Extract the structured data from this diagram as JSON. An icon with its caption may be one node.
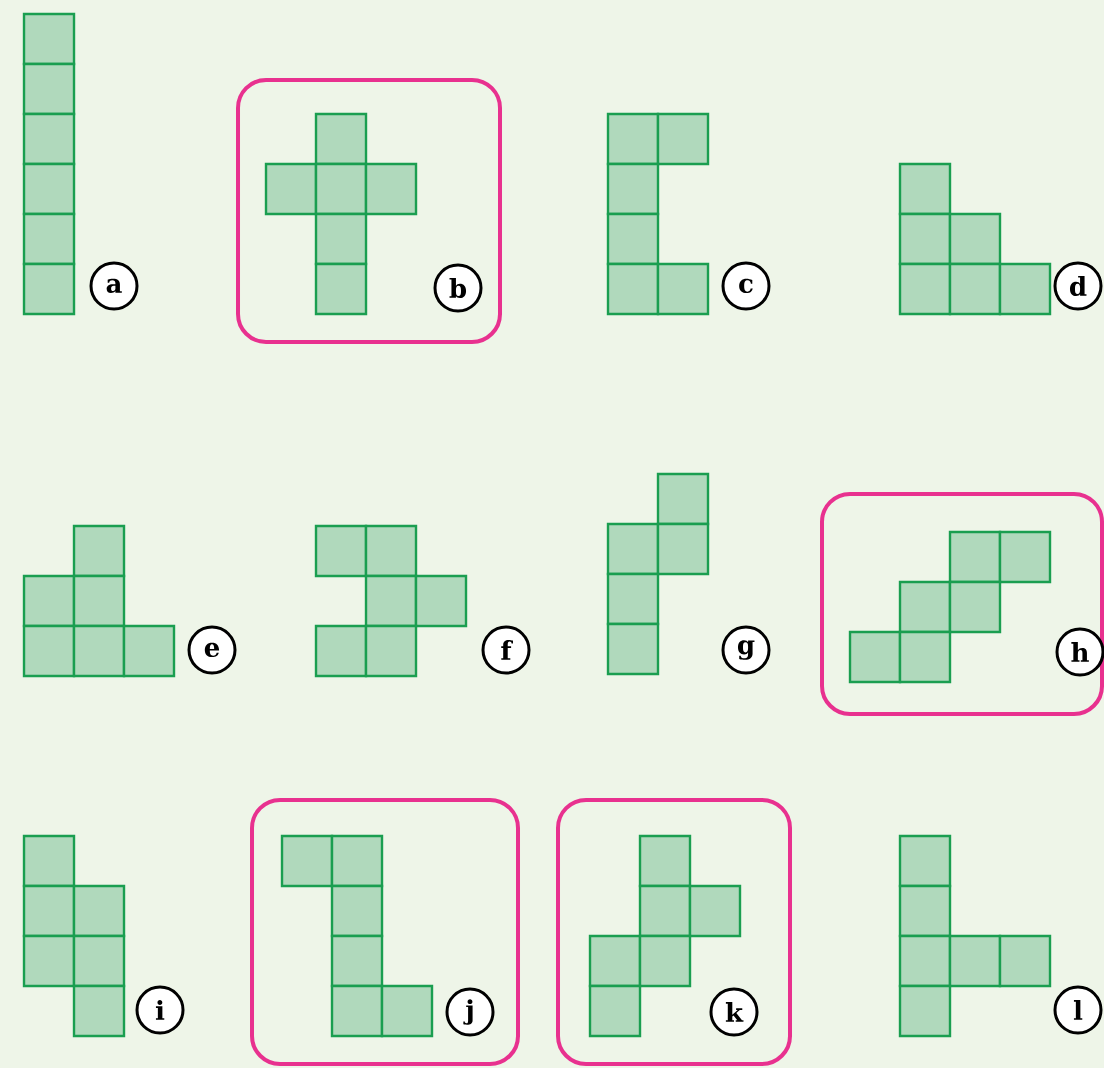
{
  "diagram": {
    "nodes": [
      {
        "text": [
          "a"
        ]
      },
      {
        "text": [],
        "shape": "box"
      },
      {
        "text": [
          "b"
        ],
        "in": 1
      },
      {
        "text": [
          "c"
        ]
      },
      {
        "text": [
          "d"
        ]
      },
      {
        "text": [
          "e"
        ]
      },
      {
        "text": [
          "f"
        ]
      },
      {
        "text": [
          "g"
        ]
      },
      {
        "text": [],
        "shape": "box"
      },
      {
        "text": [
          "h"
        ],
        "in": 8
      },
      {
        "text": [
          "i"
        ]
      },
      {
        "text": [],
        "shape": "box"
      },
      {
        "text": [
          "j"
        ],
        "in": 11
      },
      {
        "text": [],
        "shape": "box"
      },
      {
        "text": [
          "k"
        ],
        "in": 13
      },
      {
        "text": [
          "l"
        ]
      }
    ]
  }
}
